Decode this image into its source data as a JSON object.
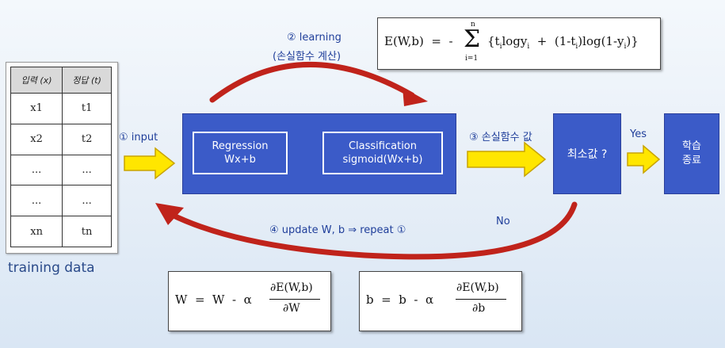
{
  "table": {
    "headers": [
      "입력 (x)",
      "정답 (t)"
    ],
    "rows": [
      [
        "x1",
        "t1"
      ],
      [
        "x2",
        "t2"
      ],
      [
        "...",
        "..."
      ],
      [
        "...",
        "..."
      ],
      [
        "xn",
        "tn"
      ]
    ]
  },
  "training_label": "training data",
  "step1": "① input",
  "step2": "② learning",
  "step2_sub": "(손실함수 계산)",
  "step3": "③ 손실함수 값",
  "step4": "④ update W, b ⇒ repeat ①",
  "regression_title": "Regression",
  "regression_formula": "Wx+b",
  "classification_title": "Classification",
  "classification_formula": "sigmoid(Wx+b)",
  "min_check": "최소값 ?",
  "yes": "Yes",
  "no": "No",
  "done_line1": "학습",
  "done_line2": "종료",
  "loss_lhs": "E(W,b)  =  -",
  "sum_upper": "n",
  "sum_lower": "i=1",
  "loss_rhs": "{t",
  "loss_rhs2": "logy",
  "loss_rhs3": "  +  (1-t",
  "loss_rhs4": ")log(1-y",
  "loss_rhs5": ")}",
  "sub_i": "i",
  "w_lhs": "W  =  W  -  α",
  "w_num": "∂E(W,b)",
  "w_den": "∂W",
  "b_lhs": "b  =  b  -  α",
  "b_num": "∂E(W,b)",
  "b_den": "∂b",
  "colors": {
    "box_blue": "#3b5bc8",
    "arrow_yellow": "#ffe600",
    "arc_red": "#c0231b",
    "label_blue": "#1f3e9a"
  }
}
